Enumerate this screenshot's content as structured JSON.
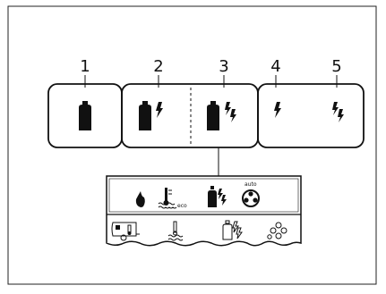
{
  "figure": {
    "mode_numbers": [
      "1",
      "2",
      "3",
      "4",
      "5"
    ],
    "modes": [
      {
        "number": "1",
        "icons": [
          "gas-bottle-icon"
        ]
      },
      {
        "number": "2",
        "icons": [
          "gas-bottle-icon",
          "electric-bolt-icon"
        ]
      },
      {
        "number": "3",
        "icons": [
          "gas-bottle-icon",
          "double-bolt-icon"
        ]
      },
      {
        "number": "4",
        "icons": [
          "electric-bolt-icon"
        ]
      },
      {
        "number": "5",
        "icons": [
          "double-bolt-icon"
        ]
      }
    ],
    "panel": {
      "top_labels": {
        "eco": "eco",
        "auto": "auto"
      },
      "top_icons": [
        "flame-icon",
        "water-heater-eco-icon",
        "gas-electric-icon",
        "fan-auto-icon"
      ],
      "bottom_icons": [
        "caravan-heating-icon",
        "water-heater-icon",
        "gas-electric-outline-icon",
        "fan-outline-icon"
      ]
    },
    "colors": {
      "ink": "#111111",
      "background": "#ffffff"
    }
  }
}
